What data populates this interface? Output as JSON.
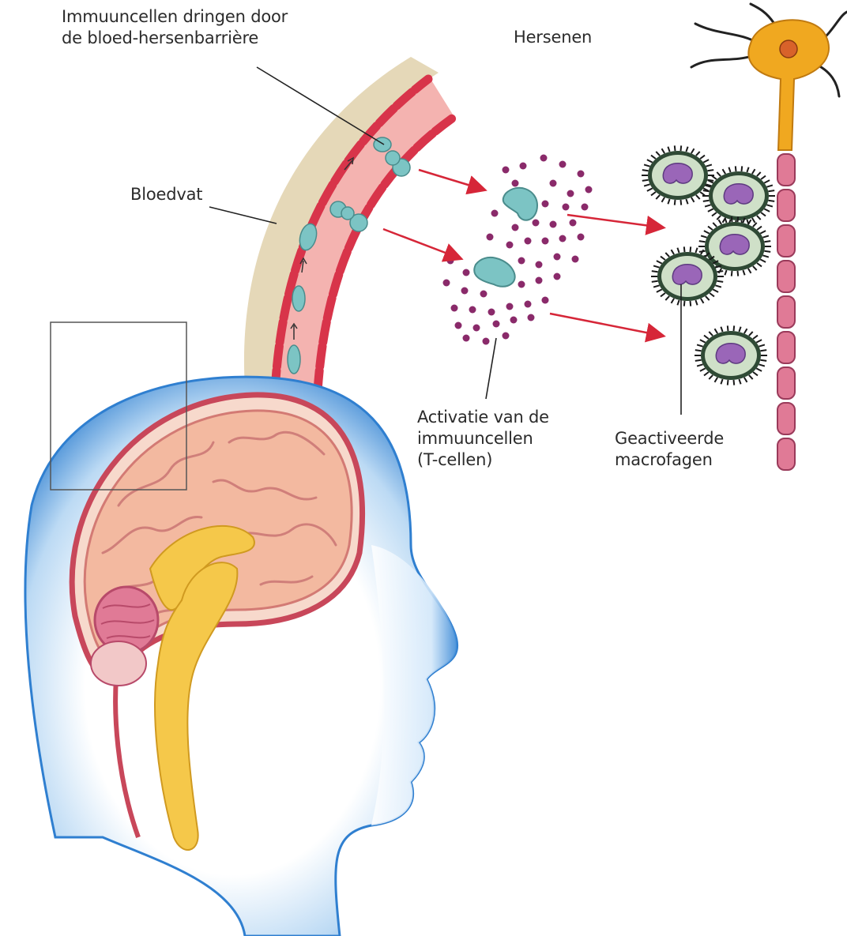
{
  "labels": {
    "bbb": [
      "Immuuncellen dringen door",
      "de bloed-hersenbarrière"
    ],
    "brain": "Hersenen",
    "vessel": "Bloedvat",
    "activation": [
      "Activatie van de",
      "immuuncellen",
      "(T-cellen)"
    ],
    "macrophages": [
      "Geactiveerde",
      "macrofagen"
    ]
  },
  "colors": {
    "skin": "#2f7fd0",
    "brain_tissue": "#f3b9a0",
    "vessel_wall": "#d8344a",
    "vessel_lumen": "#f4b3b0",
    "meninges": "#e5d8b8",
    "immune_cell": "#7cc4c4",
    "antibody_dot": "#8a2a6a",
    "macrophage_nucleus": "#9a66b8",
    "macrophage_body": "#cfe0c8",
    "neuron": "#f0a820",
    "myelin": "#e07a96",
    "spinal_cord": "#f5c84a",
    "arrow": "#d62638"
  }
}
